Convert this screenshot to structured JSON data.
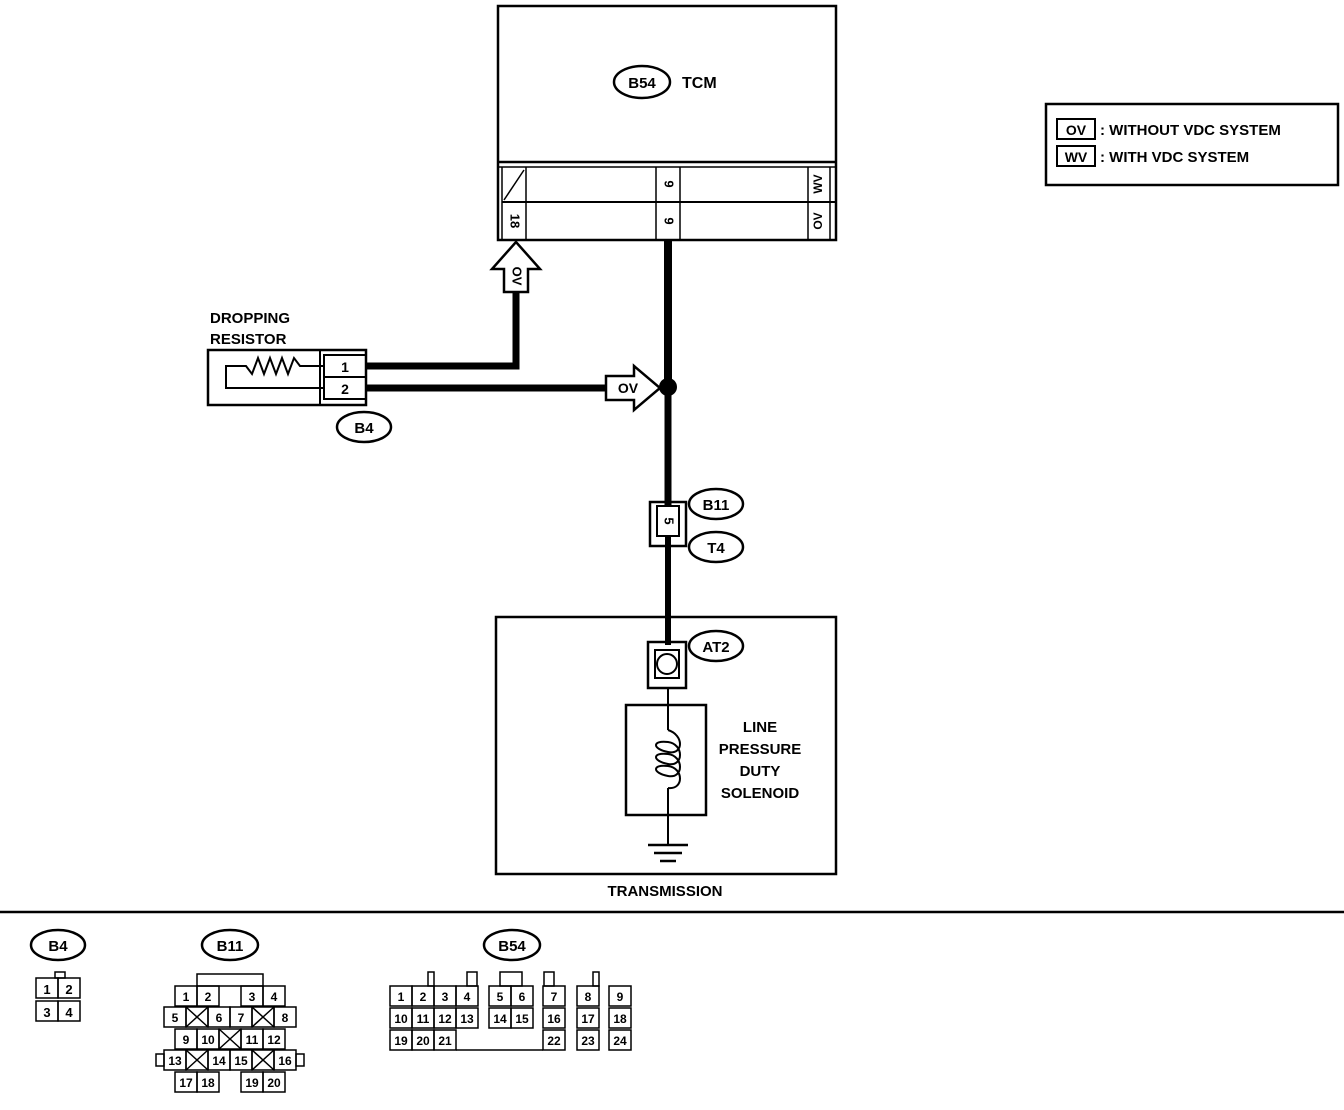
{
  "tcm": {
    "connector": "B54",
    "label": "TCM",
    "pin_wv": "9",
    "pin_ov": "9",
    "pin_18": "18",
    "tag_wv": "WV",
    "tag_ov": "OV"
  },
  "legend": {
    "ov_tag": "OV",
    "ov_text": ": WITHOUT VDC SYSTEM",
    "wv_tag": "WV",
    "wv_text": ": WITH VDC SYSTEM"
  },
  "resistor": {
    "title_line1": "DROPPING",
    "title_line2": "RESISTOR",
    "pin1": "1",
    "pin2": "2",
    "connector": "B4"
  },
  "arrows": {
    "up": "OV",
    "right": "OV"
  },
  "joint": {
    "pin": "5",
    "connector_top": "B11",
    "connector_bottom": "T4"
  },
  "transmission": {
    "label": "TRANSMISSION",
    "connector": "AT2",
    "solenoid_lines": [
      "LINE",
      "PRESSURE",
      "DUTY",
      "SOLENOID"
    ]
  },
  "connector_views": {
    "b4": {
      "name": "B4",
      "pins": [
        "1",
        "2",
        "3",
        "4"
      ]
    },
    "b11": {
      "name": "B11",
      "rows": [
        [
          "1",
          "2",
          "3",
          "4"
        ],
        [
          "5",
          "6",
          "7",
          "8"
        ],
        [
          "9",
          "10",
          "11",
          "12"
        ],
        [
          "13",
          "14",
          "15",
          "16"
        ],
        [
          "17",
          "18",
          "19",
          "20"
        ]
      ]
    },
    "b54": {
      "name": "B54",
      "rows": [
        [
          "1",
          "2",
          "3",
          "4",
          "5",
          "6",
          "7",
          "8",
          "9"
        ],
        [
          "10",
          "11",
          "12",
          "13",
          "14",
          "15",
          "16",
          "17",
          "18"
        ],
        [
          "19",
          "20",
          "21",
          "22",
          "23",
          "24"
        ]
      ]
    }
  }
}
